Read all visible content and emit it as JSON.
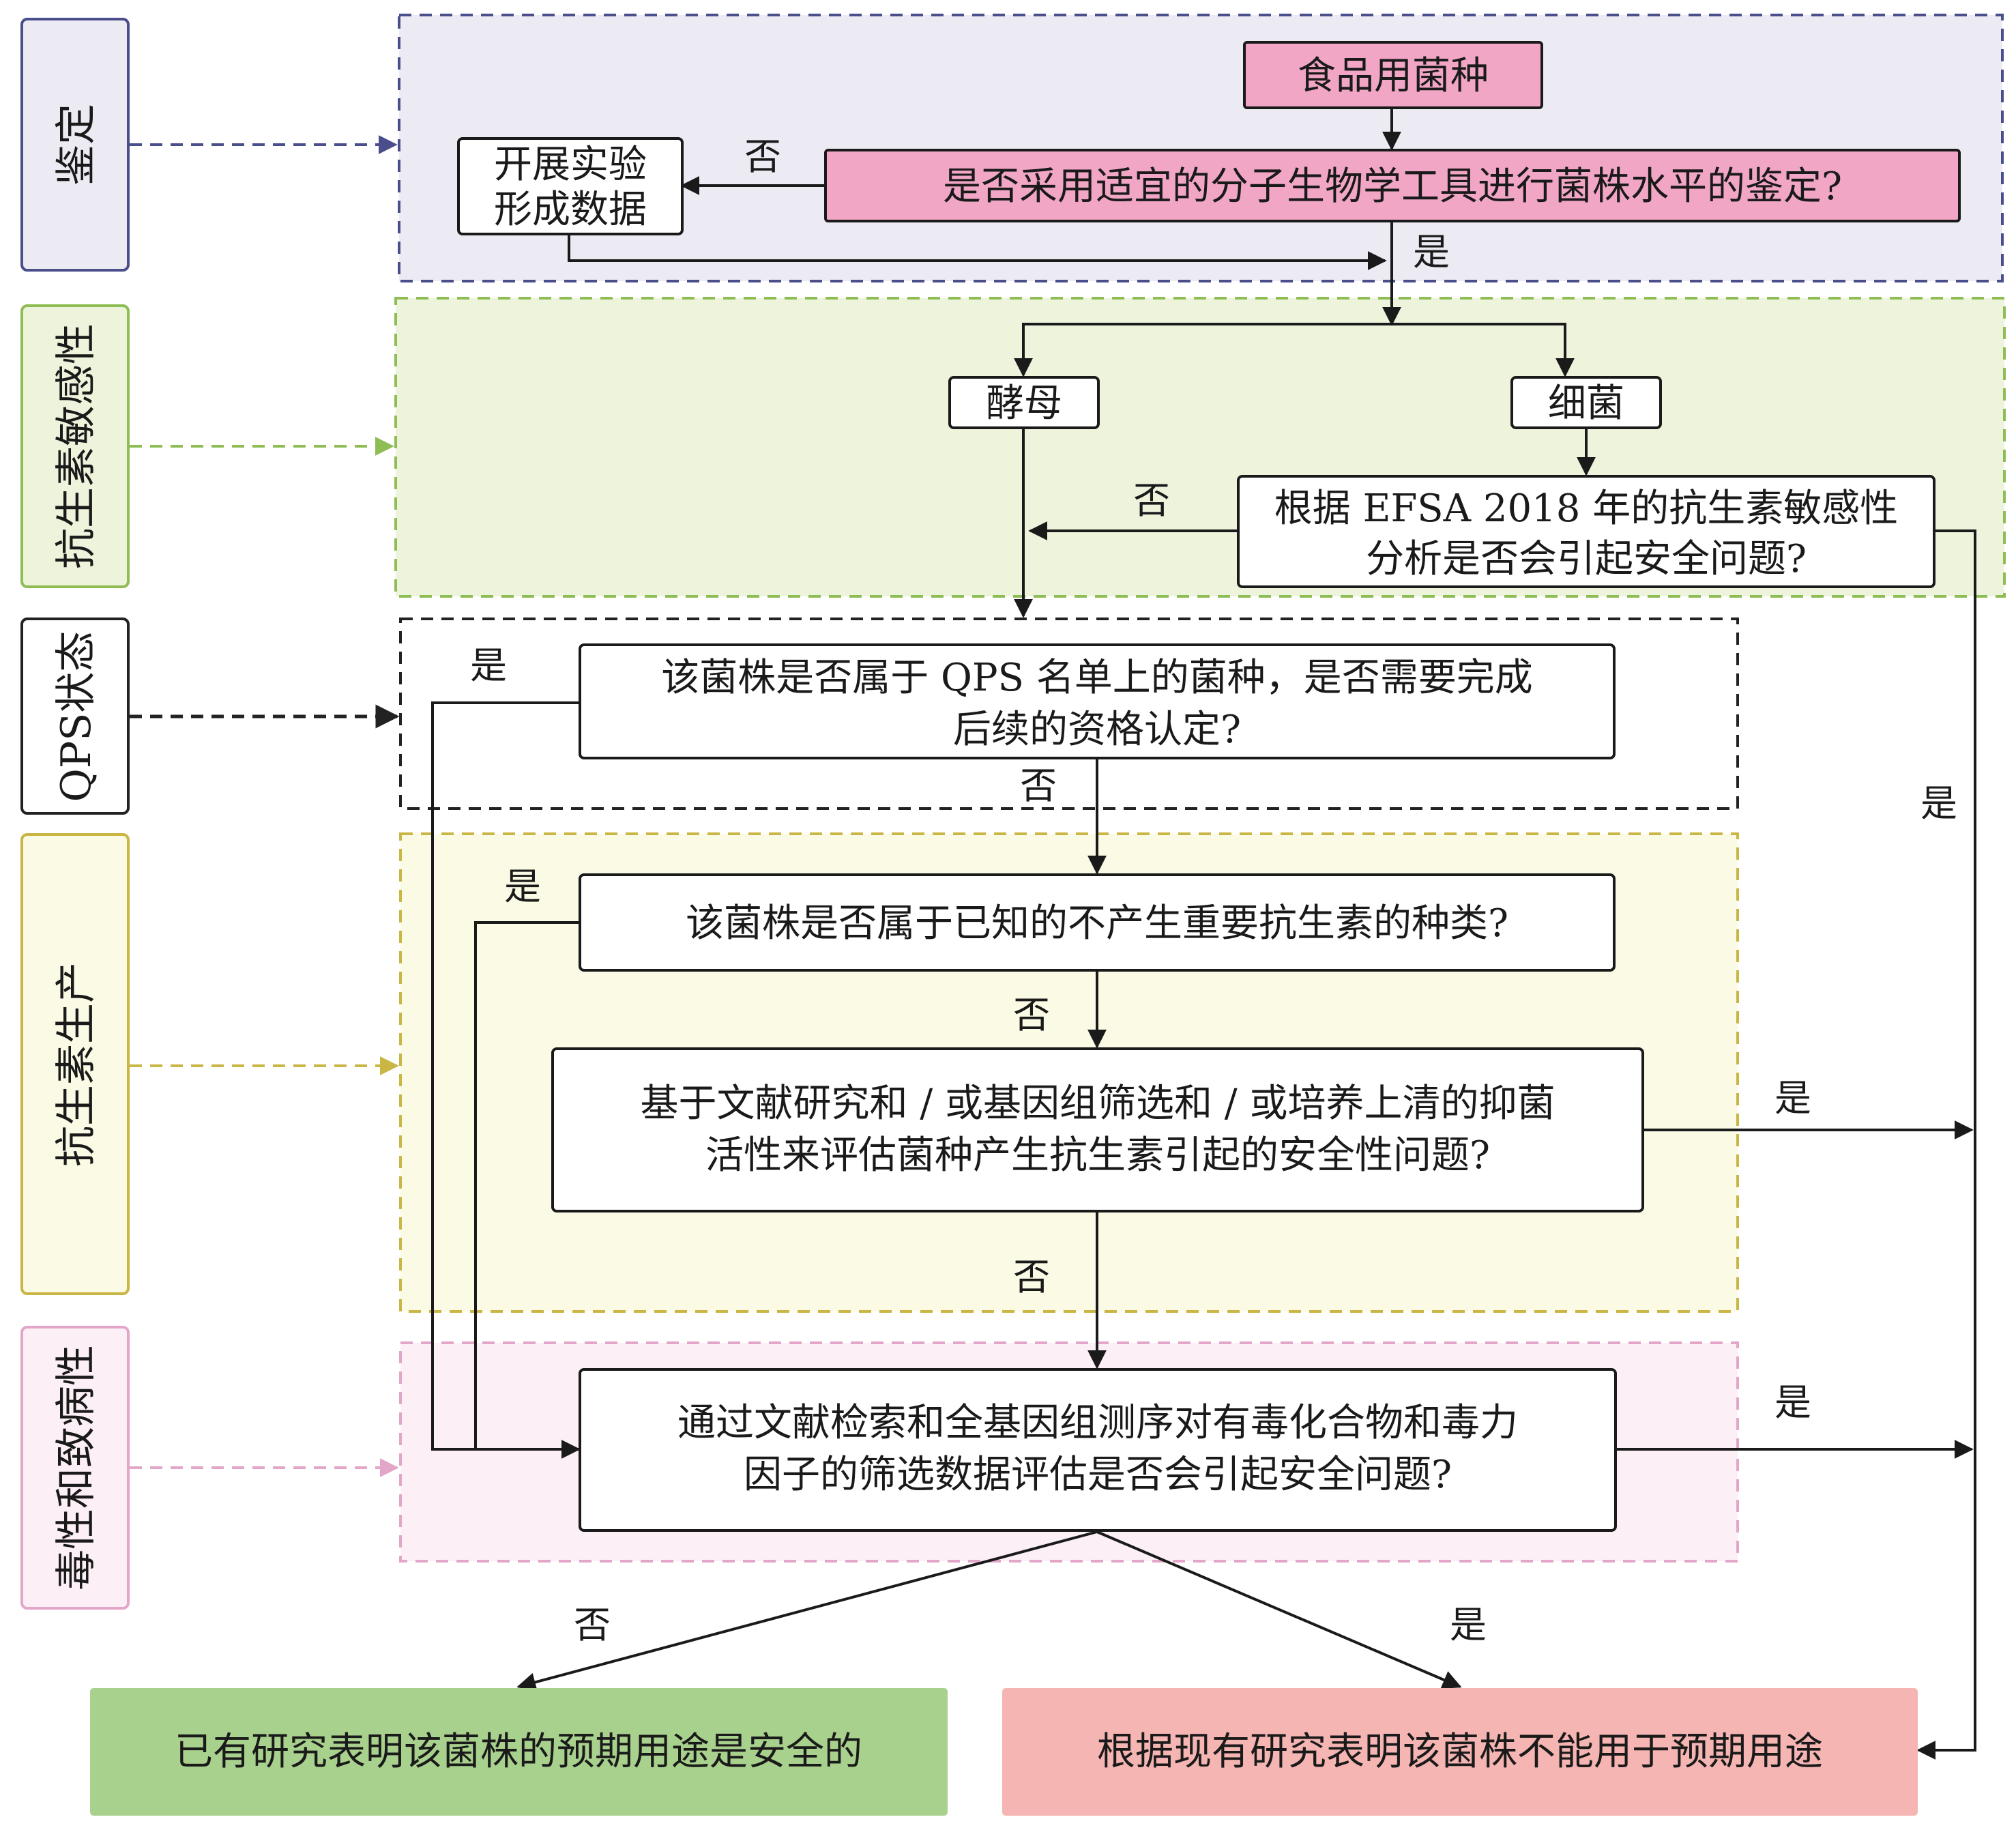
{
  "colors": {
    "identification": "#4a4f8c",
    "identification_bg": "#ecebf3",
    "antibiotic_sensitivity": "#8fbd55",
    "antibiotic_sensitivity_bg": "#eef3dc",
    "qps": "#222222",
    "antibiotic_production": "#c9b645",
    "antibiotic_production_bg": "#fbfae5",
    "toxicity": "#e3a6c8",
    "toxicity_bg": "#fcf0f6",
    "pink_box": "#f2a6c6",
    "green_box": "#a9d18e",
    "red_box": "#f5b5b3",
    "line": "#1a1a1a"
  },
  "stages": {
    "identification": "鉴定",
    "antibiotic_sensitivity": "抗生素敏感性",
    "qps": "QPS状态",
    "antibiotic_production": "抗生素生产",
    "toxicity": "毒性和致病性"
  },
  "nodes": {
    "food_strain": "食品用菌种",
    "q_identification": "是否采用适宜的分子生物学工具进行菌株水平的鉴定?",
    "experiment_line1": "开展实验",
    "experiment_line2": "形成数据",
    "yeast": "酵母",
    "bacteria": "细菌",
    "q_efsa_line1": "根据 EFSA 2018 年的抗生素敏感性",
    "q_efsa_line2": "分析是否会引起安全问题?",
    "q_qps_line1": "该菌株是否属于 QPS 名单上的菌种，是否需要完成",
    "q_qps_line2": "后续的资格认定?",
    "q_known_species": "该菌株是否属于已知的不产生重要抗生素的种类?",
    "q_literature_line1": "基于文献研究和 / 或基因组筛选和 / 或培养上清的抑菌",
    "q_literature_line2": "活性来评估菌种产生抗生素引起的安全性问题?",
    "q_toxin_line1": "通过文献检索和全基因组测序对有毒化合物和毒力",
    "q_toxin_line2": "因子的筛选数据评估是否会引起安全问题?",
    "result_safe": "已有研究表明该菌株的预期用途是安全的",
    "result_unsafe": "根据现有研究表明该菌株不能用于预期用途"
  },
  "edge_labels": {
    "no": "否",
    "yes": "是"
  }
}
